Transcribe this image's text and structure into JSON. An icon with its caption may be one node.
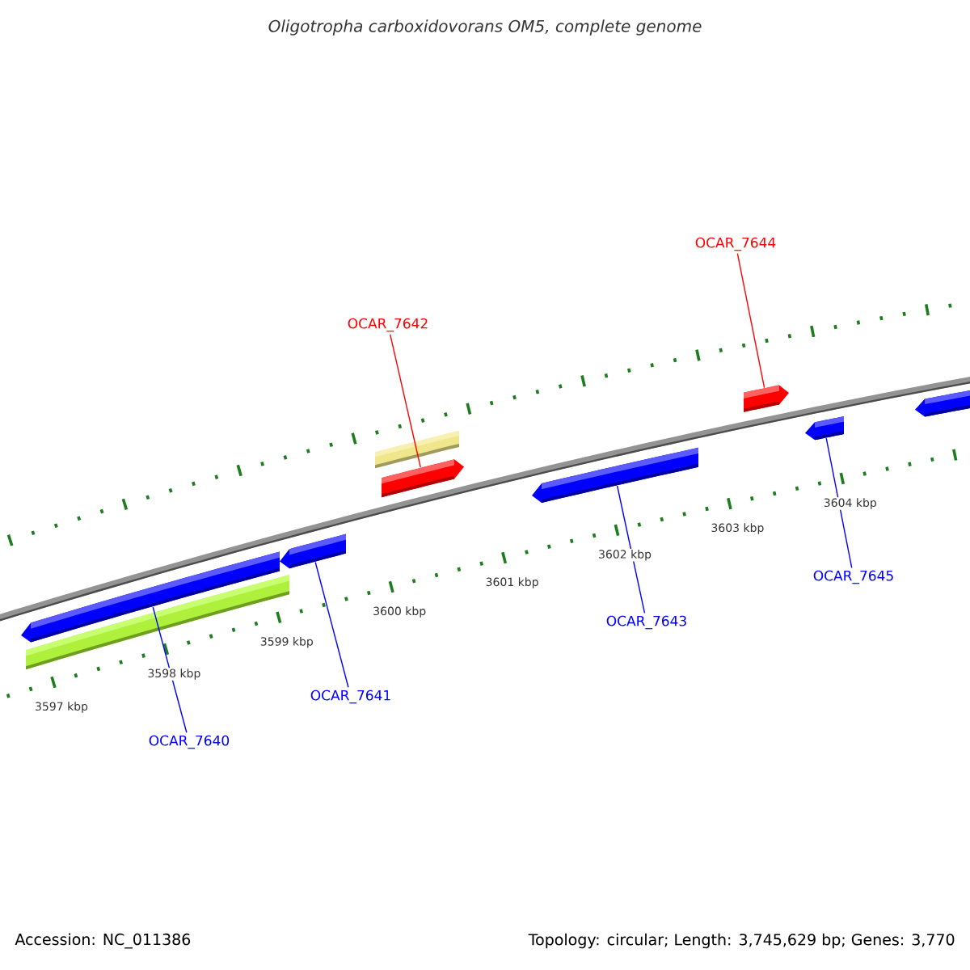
{
  "diagram": {
    "title": "Oligotropha carboxidovorans OM5, complete genome",
    "nodes": [
      {
        "text": [
          "OCAR_7644"
        ]
      },
      {
        "text": [
          "OCAR_7642"
        ]
      },
      {
        "text": [
          "OCAR_7645"
        ]
      },
      {
        "text": [
          "OCAR_7643"
        ]
      },
      {
        "text": [
          "OCAR_7641"
        ]
      },
      {
        "text": [
          "OCAR_7640"
        ]
      },
      {
        "text": [],
        "shape": "arrow"
      },
      {
        "text": [],
        "shape": "bar"
      },
      {
        "text": [],
        "shape": "arrow"
      },
      {
        "text": [],
        "shape": "bar"
      },
      {
        "text": [],
        "shape": "arrow"
      },
      {
        "text": [],
        "shape": "arrow"
      },
      {
        "text": [],
        "shape": "arrow"
      },
      {
        "text": [],
        "shape": "arrow"
      },
      {
        "text": [],
        "shape": "arrow"
      }
    ],
    "edges": [
      {
        "from": 0,
        "to": 12,
        "arrow": "none",
        "color": "#ff0000"
      },
      {
        "from": 1,
        "to": 10,
        "arrow": "none",
        "color": "#ff0000"
      },
      {
        "from": 2,
        "to": 13,
        "arrow": "none"
      },
      {
        "from": 3,
        "to": 11,
        "arrow": "none"
      },
      {
        "from": 4,
        "to": 8,
        "arrow": "none"
      },
      {
        "from": 5,
        "to": 6,
        "arrow": "none"
      }
    ],
    "labels": [
      "3597 kbp",
      "3598 kbp",
      "3599 kbp",
      "3600 kbp",
      "3601 kbp",
      "3602 kbp",
      "3603 kbp",
      "3604 kbp",
      "Accession: NC_011386",
      "Topology: circular; Length: 3,745,629 bp; Genes: 3,770"
    ]
  }
}
